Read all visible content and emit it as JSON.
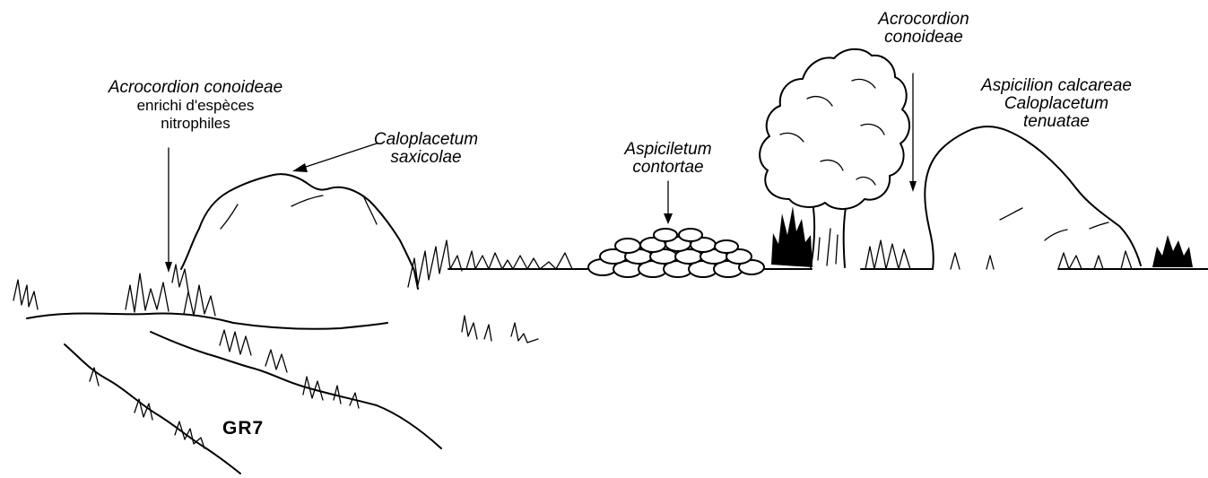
{
  "labels": {
    "left_boulder_nitro": {
      "line1": "Acrocordion conoideae",
      "line2": "enrichi d'espèces",
      "line3": "nitrophiles"
    },
    "left_boulder_top": {
      "line1": "Caloplacetum",
      "line2": "saxicolae"
    },
    "pebbles": {
      "line1": "Aspiciletum",
      "line2": "contortae"
    },
    "right_boulder_base": {
      "line1": "Acrocordion",
      "line2": "conoideae"
    },
    "right_boulder_top": {
      "line1": "Aspicilion calcareae",
      "line2": "Caloplacetum",
      "line3": "tenuatae"
    }
  },
  "trail_label": "GR7"
}
